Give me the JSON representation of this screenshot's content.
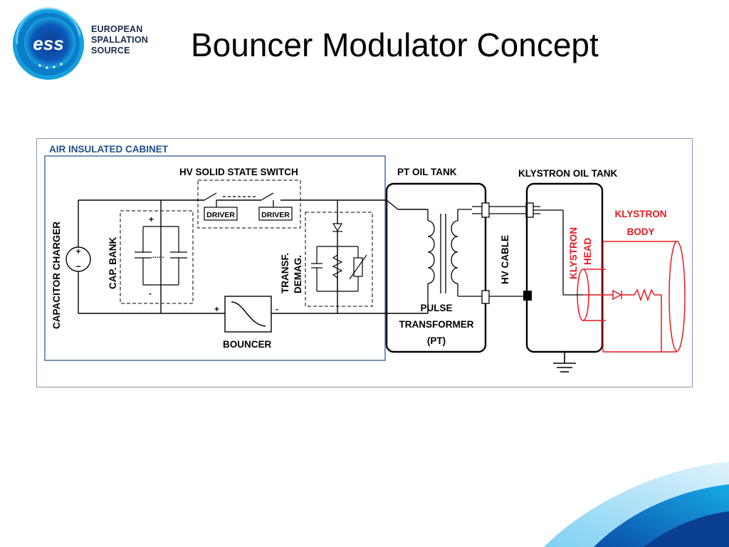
{
  "slide": {
    "title": "Bouncer Modulator Concept"
  },
  "logo": {
    "mark": "ess",
    "line1": "EUROPEAN",
    "line2": "SPALLATION",
    "line3": "SOURCE",
    "ring_color": "#0a8fd6",
    "core_color": "#0b3d91"
  },
  "diagram": {
    "labels": {
      "air_insulated_cabinet": "AIR INSULATED CABINET",
      "hv_solid_state_switch": "HV SOLID STATE SWITCH",
      "driver_1": "DRIVER",
      "driver_2": "DRIVER",
      "capacitor_charger": "CAPACITOR CHARGER",
      "cap_bank": "CAP. BANK",
      "transf_demag_1": "TRANSF.",
      "transf_demag_2": "DEMAG.",
      "bouncer": "BOUNCER",
      "pt_oil_tank": "PT OIL TANK",
      "pulse_transformer_1": "PULSE",
      "pulse_transformer_2": "TRANSFORMER",
      "pulse_transformer_3": "(PT)",
      "hv_cable": "HV CABLE",
      "klystron_oil_tank": "KLYSTRON OIL TANK",
      "klystron_head_1": "KLYSTRON",
      "klystron_head_2": "HEAD",
      "klystron_body_1": "KLYSTRON",
      "klystron_body_2": "BODY",
      "plus": "+",
      "minus": "-",
      "charger_plus": "+",
      "charger_minus": "−",
      "bouncer_plus": "+",
      "bouncer_minus": "-",
      "dots": "......"
    },
    "colors": {
      "cabinet_label": "#1f4e8c",
      "cabinet_border": "#1f4e8c",
      "klystron": "#e8191f",
      "wire": "#000000"
    }
  },
  "icons": [
    "ess-logo-icon",
    "corner-swoosh-icon"
  ]
}
